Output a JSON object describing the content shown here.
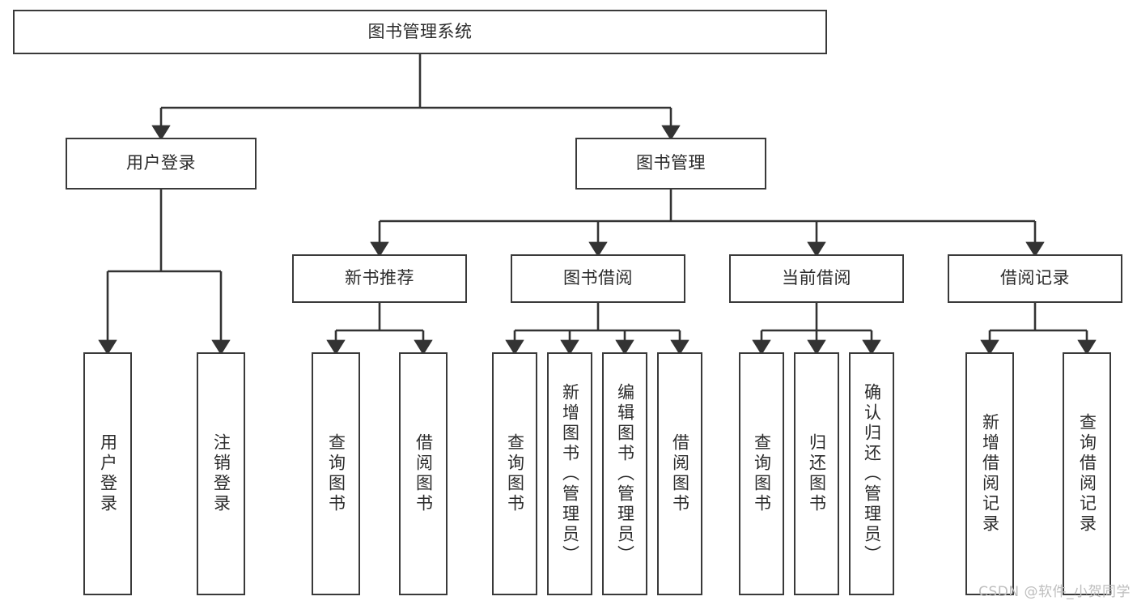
{
  "diagram": {
    "title": "图书管理系统",
    "type": "tree",
    "watermark": "CSDN @软件_小贺同学",
    "colors": {
      "box_border": "#3a3a3a",
      "box_fill": "#ffffff",
      "text": "#2b2b2b",
      "connector": "#333333",
      "watermark": "#bdbdbd",
      "background": "#ffffff"
    },
    "root": {
      "label": "图书管理系统"
    },
    "level2": [
      {
        "label": "用户登录"
      },
      {
        "label": "图书管理"
      }
    ],
    "level3": [
      {
        "label": "新书推荐"
      },
      {
        "label": "图书借阅"
      },
      {
        "label": "当前借阅"
      },
      {
        "label": "借阅记录"
      }
    ],
    "leaves": {
      "user_login": [
        {
          "label": "用户登录"
        },
        {
          "label": "注销登录"
        }
      ],
      "new_book_recommend": [
        {
          "label": "查询图书"
        },
        {
          "label": "借阅图书"
        }
      ],
      "book_borrow": [
        {
          "label": "查询图书"
        },
        {
          "label": "新增图书（管理员）"
        },
        {
          "label": "编辑图书（管理员）"
        },
        {
          "label": "借阅图书"
        }
      ],
      "current_borrow": [
        {
          "label": "查询图书"
        },
        {
          "label": "归还图书"
        },
        {
          "label": "确认归还（管理员）"
        }
      ],
      "borrow_record": [
        {
          "label": "新增借阅记录"
        },
        {
          "label": "查询借阅记录"
        }
      ]
    }
  }
}
